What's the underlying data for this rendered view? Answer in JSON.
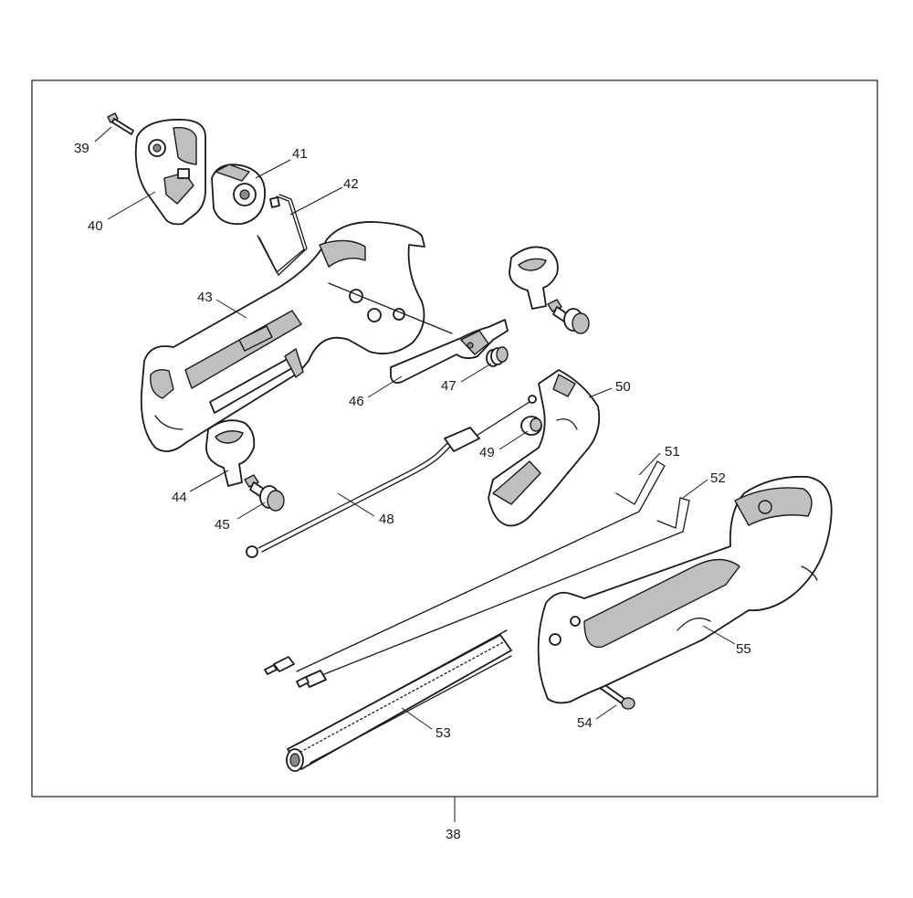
{
  "callouts": [
    "38",
    "39",
    "40",
    "41",
    "42",
    "43",
    "44",
    "45",
    "46",
    "47",
    "48",
    "49",
    "50",
    "51",
    "52",
    "53",
    "54",
    "55"
  ]
}
